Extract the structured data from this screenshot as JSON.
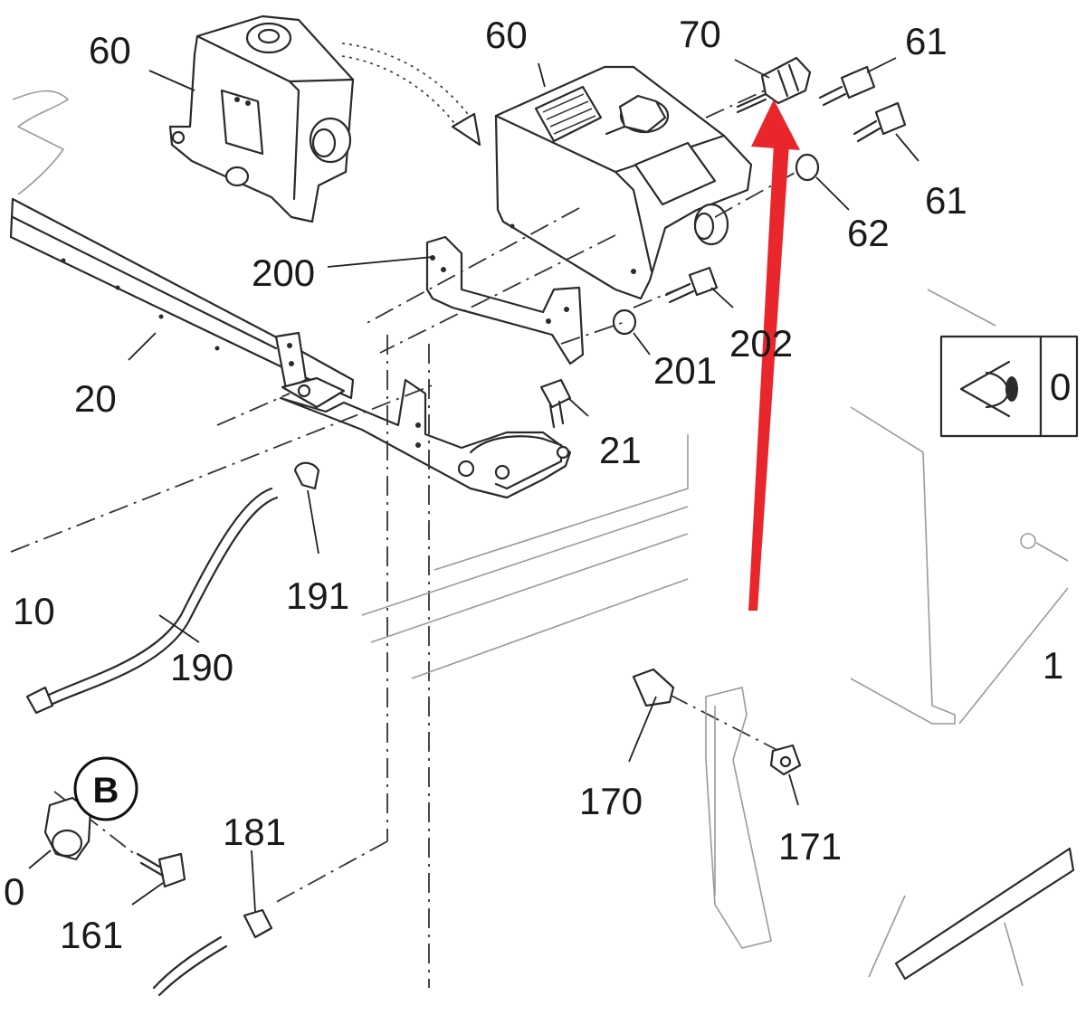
{
  "part_labels": [
    {
      "id": "p60a",
      "text": "60"
    },
    {
      "id": "p60b",
      "text": "60"
    },
    {
      "id": "p70",
      "text": "70"
    },
    {
      "id": "p61a",
      "text": "61"
    },
    {
      "id": "p61b",
      "text": "61"
    },
    {
      "id": "p62",
      "text": "62"
    },
    {
      "id": "p200",
      "text": "200"
    },
    {
      "id": "p202",
      "text": "202"
    },
    {
      "id": "p201",
      "text": "201"
    },
    {
      "id": "p20",
      "text": "20"
    },
    {
      "id": "p21",
      "text": "21"
    },
    {
      "id": "p191",
      "text": "191"
    },
    {
      "id": "p10",
      "text": "10"
    },
    {
      "id": "p190",
      "text": "190"
    },
    {
      "id": "p170",
      "text": "170"
    },
    {
      "id": "p171",
      "text": "171"
    },
    {
      "id": "p181",
      "text": "181"
    },
    {
      "id": "p161",
      "text": "161"
    },
    {
      "id": "p0",
      "text": "0"
    },
    {
      "id": "p1",
      "text": "1"
    },
    {
      "id": "p0b",
      "text": "0"
    }
  ],
  "callout": {
    "letter": "B"
  },
  "highlight_arrow": {
    "color": "#e8262b",
    "points_to": "70"
  }
}
